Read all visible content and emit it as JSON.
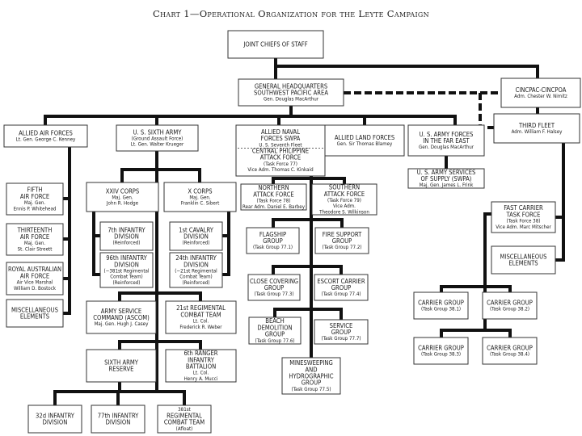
{
  "title": "Chart 1—Operational Organization for the Leyte Campaign",
  "nodes": {
    "jcs": {
      "lines": [
        {
          "text": "JOINT CHIEFS OF STAFF",
          "k": "main"
        }
      ]
    },
    "ghq": {
      "lines": [
        {
          "text": "GENERAL HEADQUARTERS",
          "k": "main"
        },
        {
          "text": "SOUTHWEST PACIFIC AREA",
          "k": "main"
        },
        {
          "text": "Gen. Douglas MacArthur",
          "k": "sub"
        }
      ]
    },
    "cincpac": {
      "lines": [
        {
          "text": "CINCPAC-CINCPOA",
          "k": "main"
        },
        {
          "text": "Adm. Chester W. Nimitz",
          "k": "sub"
        }
      ]
    },
    "third_fleet": {
      "lines": [
        {
          "text": "THIRD FLEET",
          "k": "main"
        },
        {
          "text": "Adm. William F. Halsey",
          "k": "sub"
        }
      ]
    },
    "allied_air": {
      "lines": [
        {
          "text": "ALLIED AIR FORCES",
          "k": "main"
        },
        {
          "text": "Lt. Gen. George C. Kenney",
          "k": "sub"
        }
      ]
    },
    "sixth_army": {
      "lines": [
        {
          "text": "U. S. SIXTH ARMY",
          "k": "main"
        },
        {
          "text": "(Ground Assault Force)",
          "k": "sub"
        },
        {
          "text": "Lt. Gen. Walter Krueger",
          "k": "sub"
        }
      ]
    },
    "allied_naval": {
      "lines": [
        {
          "text": "ALLIED NAVAL",
          "k": "main"
        },
        {
          "text": "FORCES SWPA",
          "k": "main"
        },
        {
          "text": "U. S. Seventh Fleet",
          "k": "sub"
        },
        {
          "text": "CENTRAL PHILIPPINE",
          "k": "main"
        },
        {
          "text": "ATTACK FORCE",
          "k": "main"
        },
        {
          "text": "(Task Force 77)",
          "k": "sub"
        },
        {
          "text": "Vice Adm. Thomas C. Kinkaid",
          "k": "sub"
        }
      ]
    },
    "allied_land": {
      "lines": [
        {
          "text": "ALLIED LAND FORCES",
          "k": "main"
        },
        {
          "text": "Gen. Sir Thomas Blamey",
          "k": "sub"
        }
      ]
    },
    "usaffe": {
      "lines": [
        {
          "text": "U. S. ARMY FORCES",
          "k": "main"
        },
        {
          "text": "IN THE FAR EAST",
          "k": "main"
        },
        {
          "text": "Gen. Douglas MacArthur",
          "k": "sub"
        }
      ]
    },
    "usasos": {
      "lines": [
        {
          "text": "U. S. ARMY SERVICES",
          "k": "main"
        },
        {
          "text": "OF SUPPLY (SWPA)",
          "k": "main"
        },
        {
          "text": "Maj. Gen. James L. Frink",
          "k": "sub"
        }
      ]
    },
    "fifth_af": {
      "lines": [
        {
          "text": "FIFTH",
          "k": "main"
        },
        {
          "text": "AIR FORCE",
          "k": "main"
        },
        {
          "text": "Maj. Gen.",
          "k": "sub"
        },
        {
          "text": "Ennis P. Whitehead",
          "k": "sub"
        }
      ]
    },
    "thirteenth_af": {
      "lines": [
        {
          "text": "THIRTEENTH",
          "k": "main"
        },
        {
          "text": "AIR FORCE",
          "k": "main"
        },
        {
          "text": "Maj. Gen.",
          "k": "sub"
        },
        {
          "text": "St. Clair Streett",
          "k": "sub"
        }
      ]
    },
    "raaf": {
      "lines": [
        {
          "text": "ROYAL AUSTRALIAN",
          "k": "main"
        },
        {
          "text": "AIR FORCE",
          "k": "main"
        },
        {
          "text": "Air Vice Marshal",
          "k": "sub"
        },
        {
          "text": "William D. Bostock",
          "k": "sub"
        }
      ]
    },
    "misc_air": {
      "lines": [
        {
          "text": "MISCELLANEOUS",
          "k": "main"
        },
        {
          "text": "ELEMENTS",
          "k": "main"
        }
      ]
    },
    "xxiv_corps": {
      "lines": [
        {
          "text": "XXIV CORPS",
          "k": "main"
        },
        {
          "text": "Maj. Gen.",
          "k": "sub"
        },
        {
          "text": "John R. Hodge",
          "k": "sub"
        }
      ]
    },
    "x_corps": {
      "lines": [
        {
          "text": "X CORPS",
          "k": "main"
        },
        {
          "text": "Maj. Gen.",
          "k": "sub"
        },
        {
          "text": "Franklin C. Sibert",
          "k": "sub"
        }
      ]
    },
    "inf7": {
      "lines": [
        {
          "text": "7th INFANTRY",
          "k": "main"
        },
        {
          "text": "DIVISION",
          "k": "main"
        },
        {
          "text": "(Reinforced)",
          "k": "sub"
        }
      ]
    },
    "inf96": {
      "lines": [
        {
          "text": "96th INFANTRY",
          "k": "main"
        },
        {
          "text": "DIVISION",
          "k": "main"
        },
        {
          "text": "(−381st Regimental",
          "k": "sub"
        },
        {
          "text": "Combat Team)",
          "k": "sub"
        },
        {
          "text": "(Reinforced)",
          "k": "sub"
        }
      ]
    },
    "cav1": {
      "lines": [
        {
          "text": "1st CAVALRY",
          "k": "main"
        },
        {
          "text": "DIVISION",
          "k": "main"
        },
        {
          "text": "(Reinforced)",
          "k": "sub"
        }
      ]
    },
    "inf24": {
      "lines": [
        {
          "text": "24th INFANTRY",
          "k": "main"
        },
        {
          "text": "DIVISION",
          "k": "main"
        },
        {
          "text": "(−21st Regimental",
          "k": "sub"
        },
        {
          "text": "Combat Team)",
          "k": "sub"
        },
        {
          "text": "(Reinforced)",
          "k": "sub"
        }
      ]
    },
    "ascom": {
      "lines": [
        {
          "text": "ARMY SERVICE",
          "k": "main"
        },
        {
          "text": "COMMAND (ASCOM)",
          "k": "main"
        },
        {
          "text": "Maj. Gen. Hugh J. Casey",
          "k": "sub"
        }
      ]
    },
    "rct21": {
      "lines": [
        {
          "text": "21st REGIMENTAL",
          "k": "main"
        },
        {
          "text": "COMBAT TEAM",
          "k": "main"
        },
        {
          "text": "Lt. Col.",
          "k": "sub"
        },
        {
          "text": "Frederick R. Weber",
          "k": "sub"
        }
      ]
    },
    "reserve": {
      "lines": [
        {
          "text": "SIXTH ARMY",
          "k": "main"
        },
        {
          "text": "RESERVE",
          "k": "main"
        }
      ]
    },
    "ranger6": {
      "lines": [
        {
          "text": "6th RANGER",
          "k": "main"
        },
        {
          "text": "INFANTRY",
          "k": "main"
        },
        {
          "text": "BATTALION",
          "k": "main"
        },
        {
          "text": "Lt. Col.",
          "k": "sub"
        },
        {
          "text": "Henry A. Mucci",
          "k": "sub"
        }
      ]
    },
    "inf32": {
      "lines": [
        {
          "text": "32d INFANTRY",
          "k": "main"
        },
        {
          "text": "DIVISION",
          "k": "main"
        }
      ]
    },
    "inf77": {
      "lines": [
        {
          "text": "77th INFANTRY",
          "k": "main"
        },
        {
          "text": "DIVISION",
          "k": "main"
        }
      ]
    },
    "rct381": {
      "lines": [
        {
          "text": "381st",
          "k": "sub"
        },
        {
          "text": "REGIMENTAL",
          "k": "main"
        },
        {
          "text": "COMBAT TEAM",
          "k": "main"
        },
        {
          "text": "(Afloat)",
          "k": "sub"
        }
      ]
    },
    "northern": {
      "lines": [
        {
          "text": "NORTHERN",
          "k": "main"
        },
        {
          "text": "ATTACK FORCE",
          "k": "main"
        },
        {
          "text": "(Task Force 78)",
          "k": "sub"
        },
        {
          "text": "Rear Adm. Daniel E. Barbey",
          "k": "sub"
        }
      ]
    },
    "southern": {
      "lines": [
        {
          "text": "SOUTHERN",
          "k": "main"
        },
        {
          "text": "ATTACK FORCE",
          "k": "main"
        },
        {
          "text": "(Task Force 79)",
          "k": "sub"
        },
        {
          "text": "Vice Adm.",
          "k": "sub"
        },
        {
          "text": "Theodore S. Wilkinson",
          "k": "sub"
        }
      ]
    },
    "flagship": {
      "lines": [
        {
          "text": "FLAGSHIP",
          "k": "main"
        },
        {
          "text": "GROUP",
          "k": "main"
        },
        {
          "text": "(Task Group 77.1)",
          "k": "sub"
        }
      ]
    },
    "fire_support": {
      "lines": [
        {
          "text": "FIRE SUPPORT",
          "k": "main"
        },
        {
          "text": "GROUP",
          "k": "main"
        },
        {
          "text": "(Task Group 77.2)",
          "k": "sub"
        }
      ]
    },
    "close_cover": {
      "lines": [
        {
          "text": "CLOSE COVERING",
          "k": "main"
        },
        {
          "text": "GROUP",
          "k": "main"
        },
        {
          "text": "(Task Group 77.3)",
          "k": "sub"
        }
      ]
    },
    "escort_carrier": {
      "lines": [
        {
          "text": "ESCORT CARRIER",
          "k": "main"
        },
        {
          "text": "GROUP",
          "k": "main"
        },
        {
          "text": "(Task Group 77.4)",
          "k": "sub"
        }
      ]
    },
    "beach_demo": {
      "lines": [
        {
          "text": "BEACH",
          "k": "main"
        },
        {
          "text": "DEMOLITION",
          "k": "main"
        },
        {
          "text": "GROUP",
          "k": "main"
        },
        {
          "text": "(Task Group 77.6)",
          "k": "sub"
        }
      ]
    },
    "service": {
      "lines": [
        {
          "text": "SERVICE",
          "k": "main"
        },
        {
          "text": "GROUP",
          "k": "main"
        },
        {
          "text": "(Task Group 77.7)",
          "k": "sub"
        }
      ]
    },
    "minesweep": {
      "lines": [
        {
          "text": "MINESWEEPING",
          "k": "main"
        },
        {
          "text": "AND",
          "k": "main"
        },
        {
          "text": "HYDROGRAPHIC",
          "k": "main"
        },
        {
          "text": "GROUP",
          "k": "main"
        },
        {
          "text": "(Task Group 77.5)",
          "k": "sub"
        }
      ]
    },
    "fast_carrier": {
      "lines": [
        {
          "text": "FAST CARRIER",
          "k": "main"
        },
        {
          "text": "TASK FORCE",
          "k": "main"
        },
        {
          "text": "(Task Force 38)",
          "k": "sub"
        },
        {
          "text": "Vice Adm. Marc Mitscher",
          "k": "sub"
        }
      ]
    },
    "misc_fleet": {
      "lines": [
        {
          "text": "MISCELLANEOUS",
          "k": "main"
        },
        {
          "text": "ELEMENTS",
          "k": "main"
        }
      ]
    },
    "cg381": {
      "lines": [
        {
          "text": "CARRIER GROUP",
          "k": "main"
        },
        {
          "text": "(Task Group 38.1)",
          "k": "sub"
        }
      ]
    },
    "cg382": {
      "lines": [
        {
          "text": "CARRIER GROUP",
          "k": "main"
        },
        {
          "text": "(Task Group 38.2)",
          "k": "sub"
        }
      ]
    },
    "cg383": {
      "lines": [
        {
          "text": "CARRIER GROUP",
          "k": "main"
        },
        {
          "text": "(Task Group 38.3)",
          "k": "sub"
        }
      ]
    },
    "cg384": {
      "lines": [
        {
          "text": "CARRIER GROUP",
          "k": "main"
        },
        {
          "text": "(Task Group 38.4)",
          "k": "sub"
        }
      ]
    }
  },
  "relations": {
    "command": [
      [
        "jcs",
        "ghq"
      ],
      [
        "jcs",
        "cincpac"
      ],
      [
        "cincpac",
        "third_fleet"
      ],
      [
        "ghq",
        "allied_air"
      ],
      [
        "ghq",
        "sixth_army"
      ],
      [
        "ghq",
        "allied_naval"
      ],
      [
        "ghq",
        "allied_land"
      ],
      [
        "ghq",
        "usaffe"
      ],
      [
        "usaffe",
        "usasos"
      ],
      [
        "allied_air",
        "fifth_af"
      ],
      [
        "allied_air",
        "thirteenth_af"
      ],
      [
        "allied_air",
        "raaf"
      ],
      [
        "allied_air",
        "misc_air"
      ],
      [
        "sixth_army",
        "xxiv_corps"
      ],
      [
        "sixth_army",
        "x_corps"
      ],
      [
        "sixth_army",
        "ascom"
      ],
      [
        "sixth_army",
        "rct21"
      ],
      [
        "sixth_army",
        "reserve"
      ],
      [
        "sixth_army",
        "ranger6"
      ],
      [
        "xxiv_corps",
        "inf7"
      ],
      [
        "xxiv_corps",
        "inf96"
      ],
      [
        "x_corps",
        "cav1"
      ],
      [
        "x_corps",
        "inf24"
      ],
      [
        "reserve",
        "inf32"
      ],
      [
        "reserve",
        "inf77"
      ],
      [
        "reserve",
        "rct381"
      ],
      [
        "allied_naval",
        "northern"
      ],
      [
        "allied_naval",
        "southern"
      ],
      [
        "allied_naval",
        "flagship"
      ],
      [
        "allied_naval",
        "fire_support"
      ],
      [
        "allied_naval",
        "close_cover"
      ],
      [
        "allied_naval",
        "escort_carrier"
      ],
      [
        "allied_naval",
        "beach_demo"
      ],
      [
        "allied_naval",
        "service"
      ],
      [
        "allied_naval",
        "minesweep"
      ],
      [
        "third_fleet",
        "fast_carrier"
      ],
      [
        "third_fleet",
        "misc_fleet"
      ],
      [
        "fast_carrier",
        "cg381"
      ],
      [
        "fast_carrier",
        "cg382"
      ],
      [
        "fast_carrier",
        "cg383"
      ],
      [
        "fast_carrier",
        "cg384"
      ]
    ],
    "coordination": [
      [
        "ghq",
        "cincpac"
      ],
      [
        "ghq",
        "third_fleet"
      ]
    ]
  }
}
